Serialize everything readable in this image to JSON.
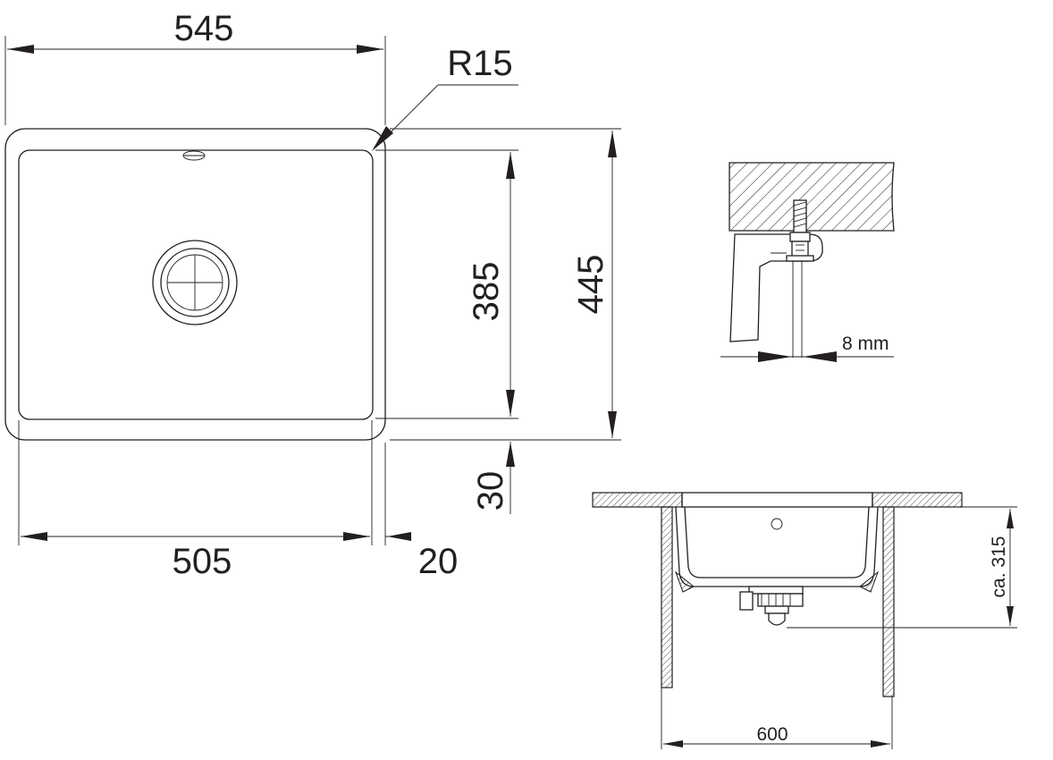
{
  "top_view": {
    "width_outer": "545",
    "radius": "R15",
    "width_inner": "505",
    "offset_right": "20",
    "height_inner": "385",
    "height_outer": "445",
    "offset_bottom": "30"
  },
  "detail_view": {
    "gap": "8 mm"
  },
  "section_view": {
    "cabinet_width": "600",
    "depth": "ca. 315"
  }
}
